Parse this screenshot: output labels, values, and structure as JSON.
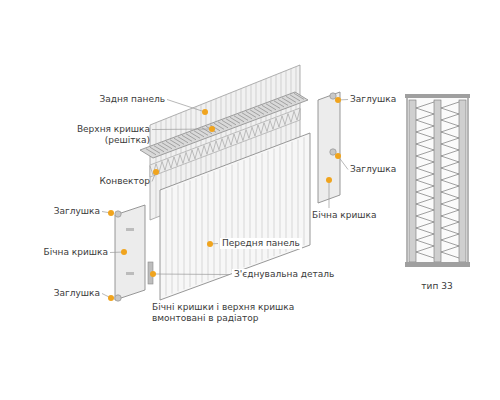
{
  "diagram": {
    "labels": [
      "Задня панель",
      "Заглушка",
      "Верхня кришка (решітка)",
      "Конвектор",
      "Заглушка",
      "Заглушка",
      "Бічна кришка",
      "Передня панель",
      "Бічна кришка",
      "З'єднувальна деталь",
      "тип 33",
      "Заглушка",
      "Бічні кришки і верхня кришка вмонтовані в радіатор"
    ]
  }
}
